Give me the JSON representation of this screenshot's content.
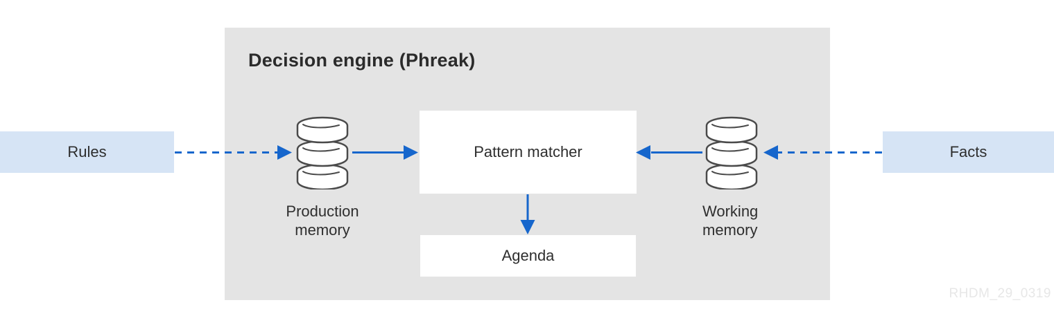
{
  "diagram": {
    "title": "Decision engine (Phreak)",
    "watermark": "RHDM_29_0319",
    "nodes": {
      "rules": {
        "label": "Rules"
      },
      "facts": {
        "label": "Facts"
      },
      "production_memory": {
        "line1": "Production",
        "line2": "memory",
        "icon": "database-icon"
      },
      "working_memory": {
        "line1": "Working",
        "line2": "memory",
        "icon": "database-icon"
      },
      "pattern_matcher": {
        "label": "Pattern matcher"
      },
      "agenda": {
        "label": "Agenda"
      }
    },
    "edges": [
      {
        "from": "rules",
        "to": "production_memory",
        "style": "dashed",
        "direction": "right"
      },
      {
        "from": "production_memory",
        "to": "pattern_matcher",
        "style": "solid",
        "direction": "right"
      },
      {
        "from": "facts",
        "to": "working_memory",
        "style": "dashed",
        "direction": "left"
      },
      {
        "from": "working_memory",
        "to": "pattern_matcher",
        "style": "solid",
        "direction": "left"
      },
      {
        "from": "pattern_matcher",
        "to": "agenda",
        "style": "solid",
        "direction": "down"
      }
    ],
    "colors": {
      "panel_gray": "#e4e4e4",
      "box_light_blue": "#d6e4f5",
      "arrow_blue": "#1666cc",
      "icon_stroke": "#4a4a4a",
      "text_dark": "#2e2e2e",
      "watermark_gray": "#e7e7e7"
    }
  }
}
